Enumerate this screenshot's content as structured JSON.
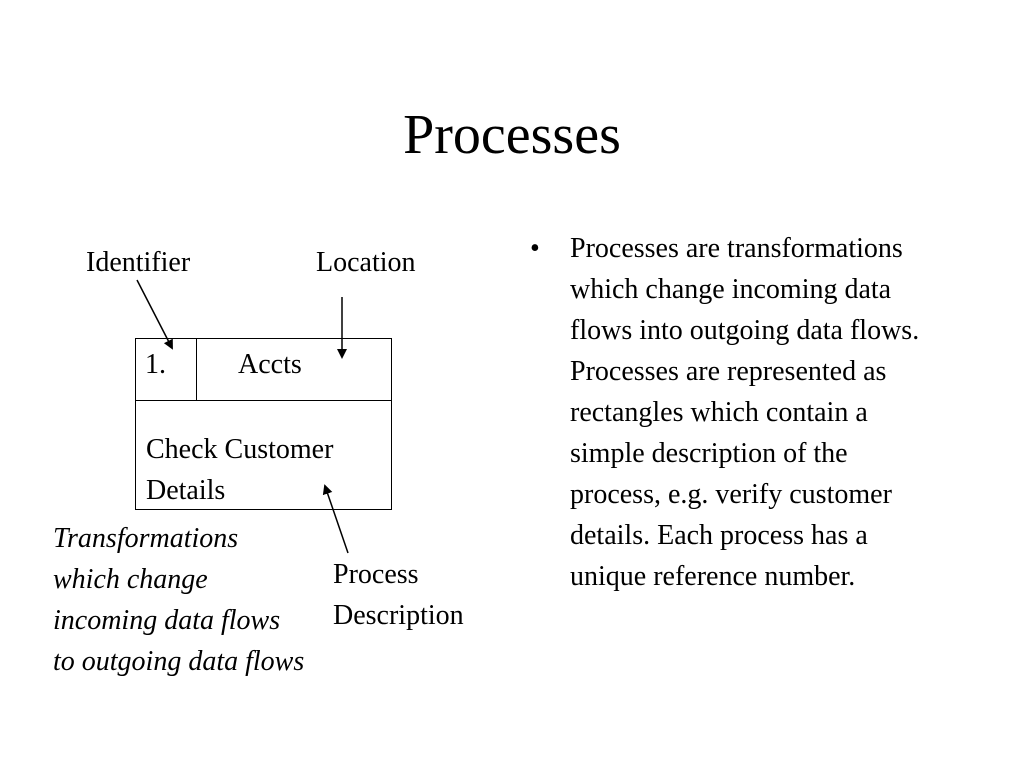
{
  "slide": {
    "title": "Processes"
  },
  "diagram": {
    "label_identifier": "Identifier",
    "label_location": "Location",
    "label_process_description": "Process\nDescription",
    "box": {
      "identifier": "1.",
      "location": "Accts",
      "description": "Check Customer\nDetails"
    },
    "italic_note": "Transformations\nwhich change\nincoming data flows\nto outgoing data flows"
  },
  "bullet": {
    "marker": "•",
    "text": "Processes are transformations which change incoming data flows into outgoing data flows.  Processes are represented as rectangles which contain a simple description of the process, e.g. verify customer details.  Each process has a unique reference number."
  }
}
